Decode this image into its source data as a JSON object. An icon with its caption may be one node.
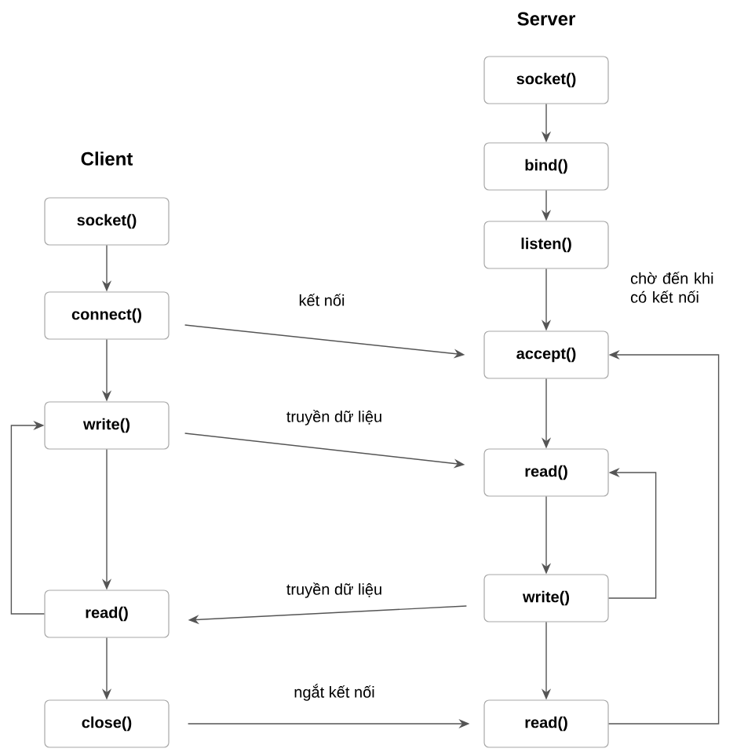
{
  "diagram": {
    "nodes": [
      {
        "text": [
          "socket()"
        ]
      },
      {
        "text": [
          "connect()"
        ]
      },
      {
        "text": [
          "write()"
        ]
      },
      {
        "text": [
          "read()"
        ]
      },
      {
        "text": [
          "close()"
        ]
      },
      {
        "text": [
          "socket()"
        ]
      },
      {
        "text": [
          "bind()"
        ]
      },
      {
        "text": [
          "listen()"
        ]
      },
      {
        "text": [
          "accept()"
        ]
      },
      {
        "text": [
          "read()"
        ]
      },
      {
        "text": [
          "write()"
        ]
      },
      {
        "text": [
          "read()"
        ]
      }
    ],
    "edges": [
      {
        "from": 0,
        "to": 1,
        "arrow": "to"
      },
      {
        "from": 1,
        "to": 2,
        "arrow": "to"
      },
      {
        "from": 2,
        "to": 3,
        "arrow": "to"
      },
      {
        "from": 3,
        "to": 4,
        "arrow": "to"
      },
      {
        "from": 3,
        "to": 2,
        "arrow": "to"
      },
      {
        "from": 5,
        "to": 6,
        "arrow": "to"
      },
      {
        "from": 6,
        "to": 7,
        "arrow": "to"
      },
      {
        "from": 7,
        "to": 8,
        "arrow": "to"
      },
      {
        "from": 8,
        "to": 9,
        "arrow": "to"
      },
      {
        "from": 9,
        "to": 10,
        "arrow": "to"
      },
      {
        "from": 10,
        "to": 11,
        "arrow": "to"
      },
      {
        "from": 10,
        "to": 9,
        "arrow": "to"
      },
      {
        "from": 11,
        "to": 8,
        "arrow": "to"
      },
      {
        "from": 1,
        "to": 8,
        "arrow": "to",
        "label": "kết nối"
      },
      {
        "from": 2,
        "to": 9,
        "arrow": "to",
        "label": "truyền dữ liệu"
      },
      {
        "from": 10,
        "to": 3,
        "arrow": "to",
        "label": "truyền dữ liệu"
      },
      {
        "from": 4,
        "to": 11,
        "arrow": "to",
        "label": "ngắt kết nối"
      }
    ],
    "labels": [
      "Server",
      "Client",
      "chờ đến khi có kết nối"
    ]
  }
}
